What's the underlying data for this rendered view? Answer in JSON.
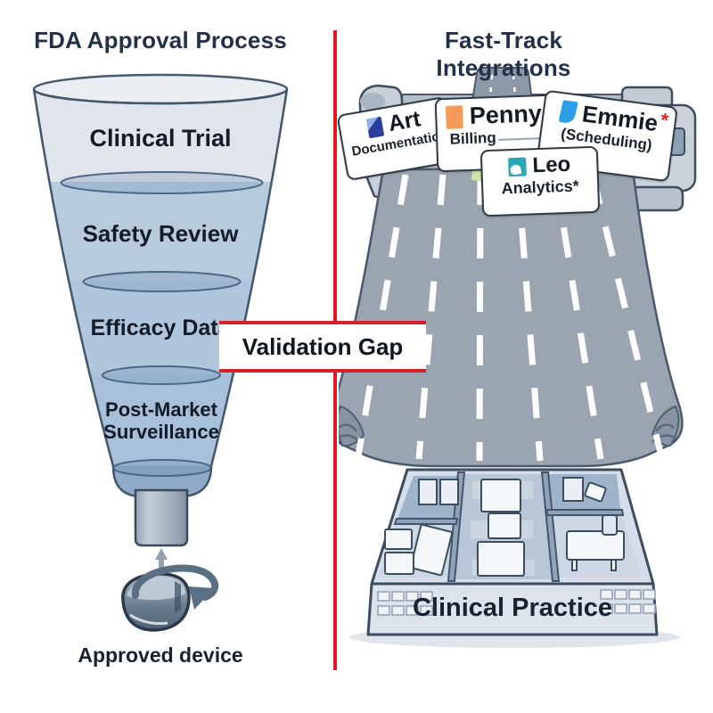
{
  "left": {
    "title": "FDA Approval Process",
    "funnel_stages": [
      {
        "label": "Clinical Trial"
      },
      {
        "label": "Safety Review"
      },
      {
        "label": "Efficacy Data"
      },
      {
        "label": "Post-Market Surveillance"
      }
    ],
    "output_label": "Approved device"
  },
  "gap": {
    "label": "Validation Gap",
    "accent_color": "#d6202a"
  },
  "divider": {
    "color": "#e0191f"
  },
  "right": {
    "title": "Fast-Track Integrations",
    "cards": [
      {
        "name": "Art",
        "subtitle": "Documentation",
        "icon": "document-icon",
        "icon_color": "#2b3f9e"
      },
      {
        "name": "Penny",
        "subtitle": "Billing",
        "icon": "billing-icon",
        "icon_color": "#f59a58"
      },
      {
        "name": "Emmie",
        "subtitle": "(Scheduling)",
        "icon": "flag-icon",
        "icon_color": "#2b9fe8",
        "badge": "*"
      },
      {
        "name": "Leo",
        "subtitle": "Analytics*",
        "icon": "analytics-icon",
        "icon_color": "#29a6b7"
      }
    ],
    "destination_label": "Clinical Practice"
  }
}
